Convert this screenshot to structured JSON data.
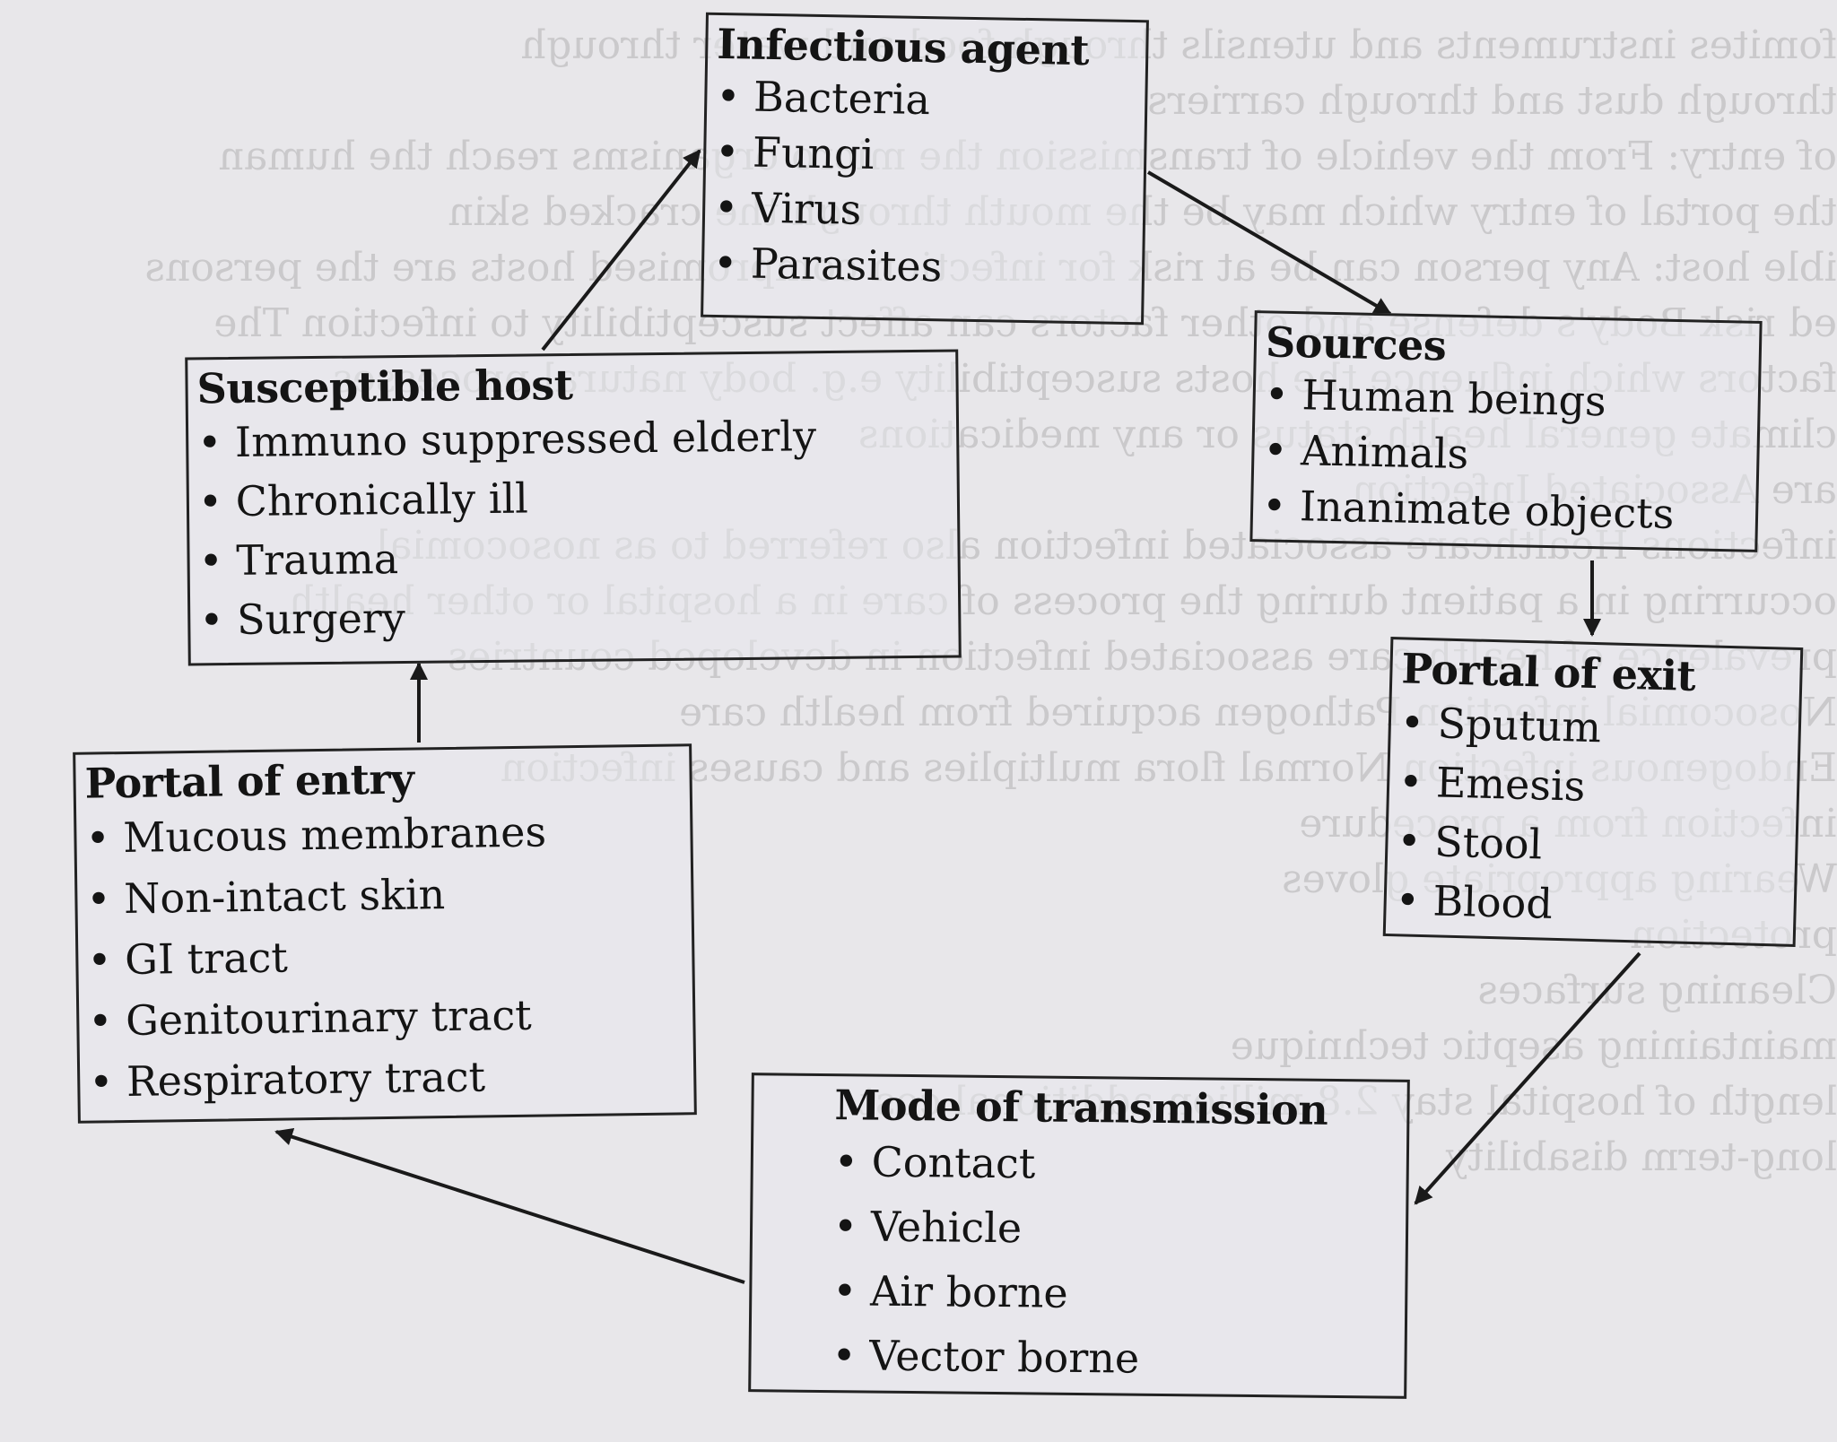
{
  "diagram": {
    "infectious_agent": {
      "title": "Infectious agent",
      "items": [
        "Bacteria",
        "Fungi",
        "Virus",
        "Parasites"
      ]
    },
    "sources": {
      "title": "Sources",
      "items": [
        "Human beings",
        "Animals",
        "Inanimate objects"
      ]
    },
    "portal_of_exit": {
      "title": "Portal of exit",
      "items": [
        "Sputum",
        "Emesis",
        "Stool",
        "Blood"
      ]
    },
    "mode_of_transmission": {
      "title": "Mode of transmission",
      "items": [
        "Contact",
        "Vehicle",
        "Air borne",
        "Vector borne"
      ]
    },
    "portal_of_entry": {
      "title": "Portal of entry",
      "items": [
        "Mucous membranes",
        "Non-intact skin",
        "GI tract",
        "Genitourinary tract",
        "Respiratory tract"
      ]
    },
    "susceptible_host": {
      "title": "Susceptible host",
      "items": [
        "Immuno suppressed elderly",
        "Chronically ill",
        "Trauma",
        "Surgery"
      ]
    }
  },
  "colors": {
    "ink": "#141414",
    "paper": "#e8e7ea"
  }
}
